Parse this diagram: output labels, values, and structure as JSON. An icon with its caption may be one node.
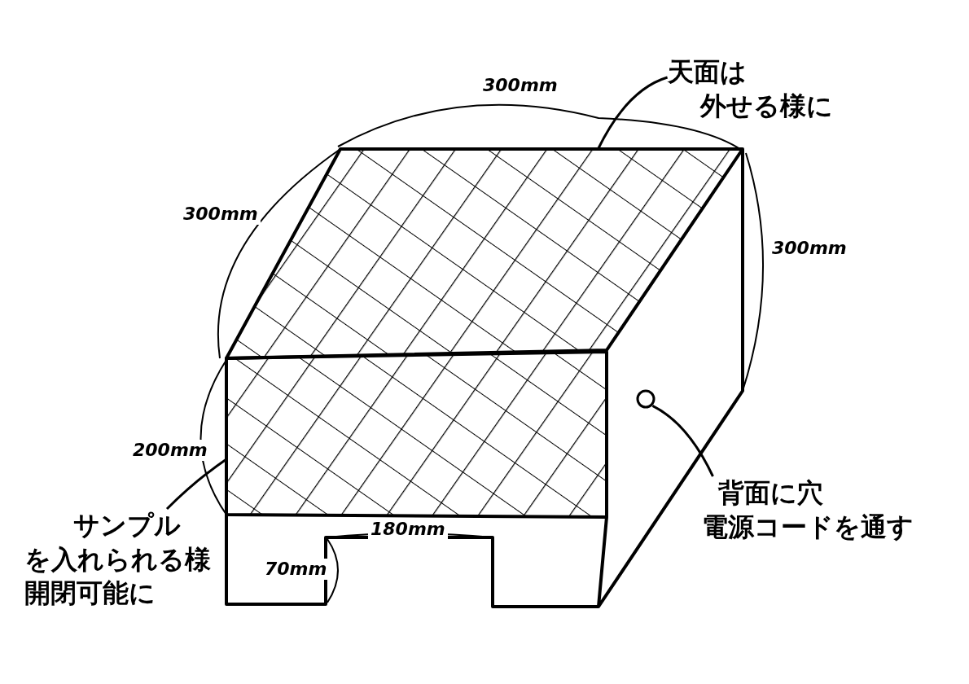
{
  "diagram": {
    "nodes": [
      {
        "text": [
          "天面は",
          "外せる様に"
        ]
      },
      {
        "text": [],
        "shape": "box"
      },
      {
        "text": [
          "サンプル",
          "を入れられる様",
          "開閉可能に"
        ]
      },
      {
        "text": [],
        "shape": "box"
      },
      {
        "text": [
          "背面に穴",
          "電源コードを通す"
        ]
      },
      {
        "text": [],
        "shape": "circle"
      }
    ],
    "edges": [
      {
        "from": 0,
        "to": 1,
        "arrow": "none"
      },
      {
        "from": 2,
        "to": 3,
        "arrow": "none"
      },
      {
        "from": 4,
        "to": 5,
        "arrow": "none"
      }
    ],
    "labels": [
      "300mm",
      "300mm",
      "300mm",
      "200mm",
      "180mm",
      "70mm"
    ]
  }
}
